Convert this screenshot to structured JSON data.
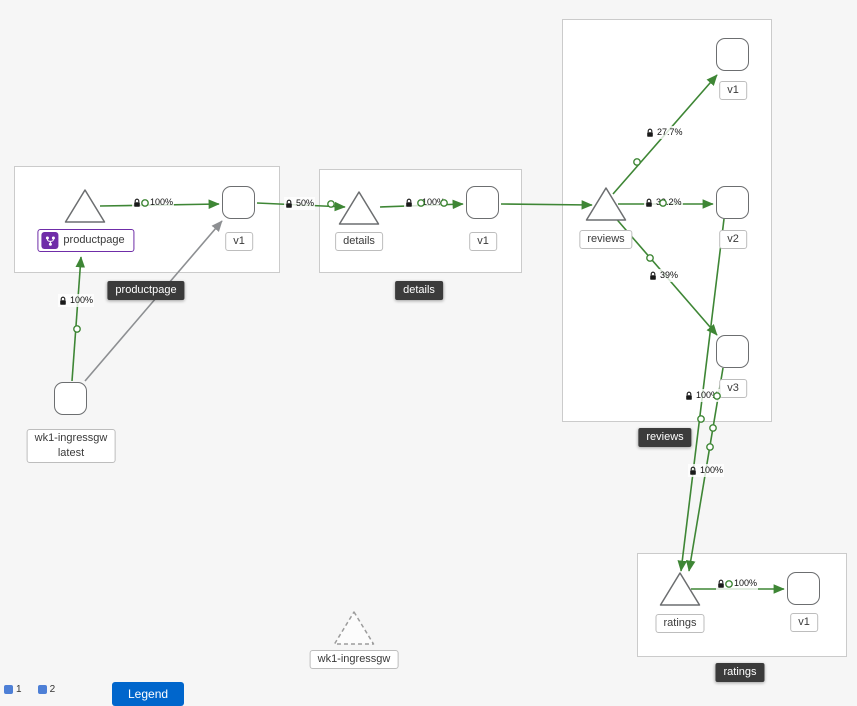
{
  "groups": {
    "productpage": {
      "label": "productpage"
    },
    "details": {
      "label": "details"
    },
    "reviews": {
      "label": "reviews"
    },
    "ratings": {
      "label": "ratings"
    }
  },
  "nodes": {
    "productpage_service": {
      "label": "productpage"
    },
    "productpage_v1": {
      "label": "v1"
    },
    "details_service": {
      "label": "details"
    },
    "details_v1": {
      "label": "v1"
    },
    "reviews_service": {
      "label": "reviews"
    },
    "reviews_v1": {
      "label": "v1"
    },
    "reviews_v2": {
      "label": "v2"
    },
    "reviews_v3": {
      "label": "v3"
    },
    "ratings_service": {
      "label": "ratings"
    },
    "ratings_v1": {
      "label": "v1"
    },
    "ingress_workload": {
      "label": "wk1-ingressgw",
      "version": "latest"
    },
    "ingress_service": {
      "label": "wk1-ingressgw"
    }
  },
  "edges": {
    "ingress_to_productpage": {
      "pct": "100%"
    },
    "productpage_to_v1": {
      "pct": "100%"
    },
    "productpage_to_details": {
      "pct": "50%"
    },
    "details_to_v1": {
      "pct": "100%"
    },
    "reviews_to_v1": {
      "pct": "27.7%"
    },
    "reviews_to_v2": {
      "pct": "33.2%"
    },
    "reviews_to_v3": {
      "pct": "39%"
    },
    "reviews_v2_to_ratings": {
      "pct": "100%"
    },
    "reviews_v3_to_ratings": {
      "pct": "100%"
    },
    "ratings_to_v1": {
      "pct": "100%"
    }
  },
  "toolbar": {
    "zoom_value": "1",
    "page_value": "2",
    "legend_label": "Legend"
  },
  "colors": {
    "traffic_green": "#3E8635",
    "idle_gray": "#8d8f92",
    "virtual_service_purple": "#6f2da8",
    "primary_button_blue": "#0066cc",
    "group_badge_dark": "#3b3b3b"
  }
}
